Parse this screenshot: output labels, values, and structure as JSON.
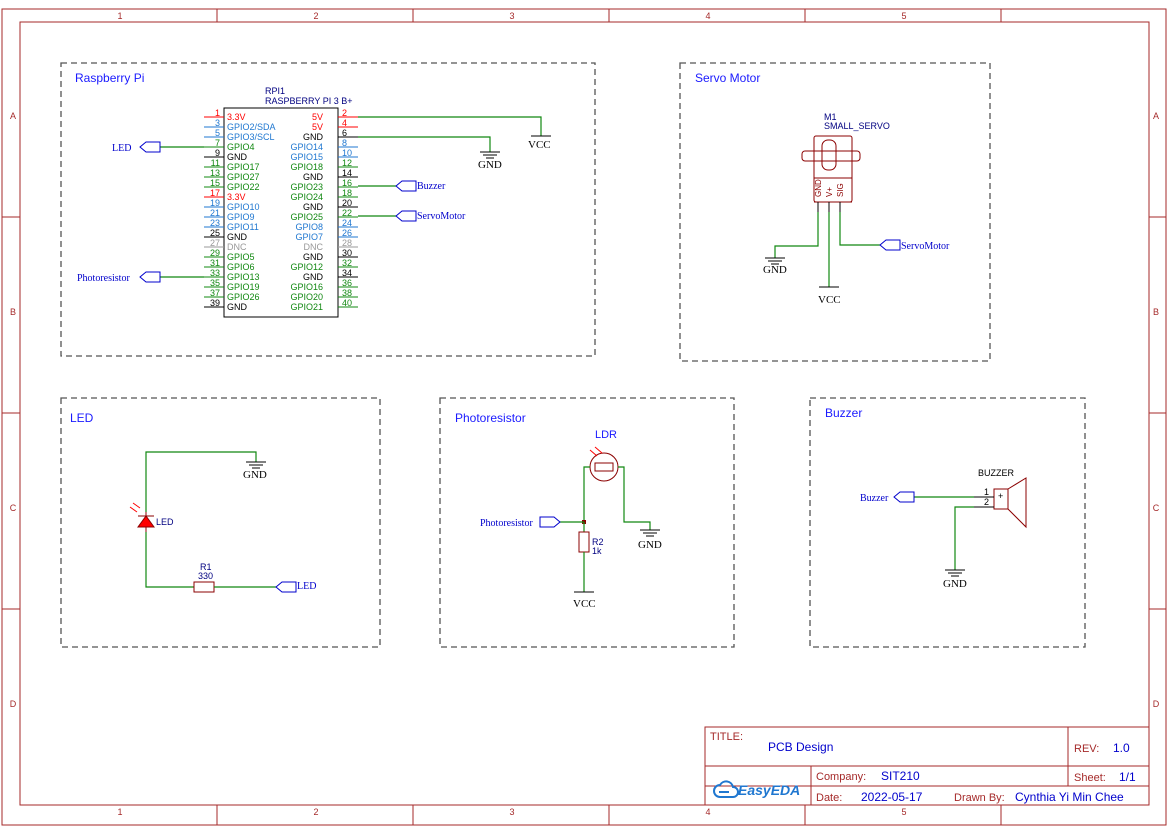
{
  "ruler": {
    "columns": [
      "1",
      "2",
      "3",
      "4",
      "5"
    ],
    "rows": [
      "A",
      "B",
      "C",
      "D"
    ]
  },
  "blocks": {
    "rpi": "Raspberry Pi",
    "servo": "Servo Motor",
    "led": "LED",
    "photo": "Photoresistor",
    "buzzer": "Buzzer"
  },
  "rpi": {
    "designator": "RPI1",
    "model": "RASPBERRY PI 3 B+",
    "left_pins": [
      {
        "num": "1",
        "name": "3.3V",
        "color": "red"
      },
      {
        "num": "3",
        "name": "GPIO2/SDA",
        "color": "blue"
      },
      {
        "num": "5",
        "name": "GPIO3/SCL",
        "color": "blue"
      },
      {
        "num": "7",
        "name": "GPIO4",
        "color": "green"
      },
      {
        "num": "9",
        "name": "GND",
        "color": "black"
      },
      {
        "num": "11",
        "name": "GPIO17",
        "color": "green"
      },
      {
        "num": "13",
        "name": "GPIO27",
        "color": "green"
      },
      {
        "num": "15",
        "name": "GPIO22",
        "color": "green"
      },
      {
        "num": "17",
        "name": "3.3V",
        "color": "red"
      },
      {
        "num": "19",
        "name": "GPIO10",
        "color": "blue"
      },
      {
        "num": "21",
        "name": "GPIO9",
        "color": "blue"
      },
      {
        "num": "23",
        "name": "GPIO11",
        "color": "blue"
      },
      {
        "num": "25",
        "name": "GND",
        "color": "black"
      },
      {
        "num": "27",
        "name": "DNC",
        "color": "gray"
      },
      {
        "num": "29",
        "name": "GPIO5",
        "color": "green"
      },
      {
        "num": "31",
        "name": "GPIO6",
        "color": "green"
      },
      {
        "num": "33",
        "name": "GPIO13",
        "color": "green"
      },
      {
        "num": "35",
        "name": "GPIO19",
        "color": "green"
      },
      {
        "num": "37",
        "name": "GPIO26",
        "color": "green"
      },
      {
        "num": "39",
        "name": "GND",
        "color": "black"
      }
    ],
    "right_pins": [
      {
        "num": "2",
        "name": "5V",
        "color": "red"
      },
      {
        "num": "4",
        "name": "5V",
        "color": "red"
      },
      {
        "num": "6",
        "name": "GND",
        "color": "black"
      },
      {
        "num": "8",
        "name": "GPIO14",
        "color": "blue"
      },
      {
        "num": "10",
        "name": "GPIO15",
        "color": "blue"
      },
      {
        "num": "12",
        "name": "GPIO18",
        "color": "green"
      },
      {
        "num": "14",
        "name": "GND",
        "color": "black"
      },
      {
        "num": "16",
        "name": "GPIO23",
        "color": "green"
      },
      {
        "num": "18",
        "name": "GPIO24",
        "color": "green"
      },
      {
        "num": "20",
        "name": "GND",
        "color": "black"
      },
      {
        "num": "22",
        "name": "GPIO25",
        "color": "green"
      },
      {
        "num": "24",
        "name": "GPIO8",
        "color": "blue"
      },
      {
        "num": "26",
        "name": "GPIO7",
        "color": "blue"
      },
      {
        "num": "28",
        "name": "DNC",
        "color": "gray"
      },
      {
        "num": "30",
        "name": "GND",
        "color": "black"
      },
      {
        "num": "32",
        "name": "GPIO12",
        "color": "green"
      },
      {
        "num": "34",
        "name": "GND",
        "color": "black"
      },
      {
        "num": "36",
        "name": "GPIO16",
        "color": "green"
      },
      {
        "num": "38",
        "name": "GPIO20",
        "color": "green"
      },
      {
        "num": "40",
        "name": "GPIO21",
        "color": "green"
      }
    ],
    "net_led": "LED",
    "net_photo": "Photoresistor",
    "net_buzzer": "Buzzer",
    "net_servo": "ServoMotor",
    "gnd": "GND",
    "vcc": "VCC"
  },
  "servo": {
    "designator": "M1",
    "model": "SMALL_SERVO",
    "pin_gnd": "GND",
    "pin_vplus": "V+",
    "pin_sig": "SIG",
    "net": "ServoMotor",
    "gnd": "GND",
    "vcc": "VCC"
  },
  "led": {
    "led_label": "LED",
    "r_designator": "R1",
    "r_value": "330",
    "net": "LED",
    "gnd": "GND"
  },
  "photo": {
    "ldr_label": "LDR",
    "net": "Photoresistor",
    "r_designator": "R2",
    "r_value": "1k",
    "gnd": "GND",
    "vcc": "VCC"
  },
  "buzzer": {
    "part": "BUZZER",
    "pin1": "1",
    "pin2": "2",
    "plus": "+",
    "net": "Buzzer",
    "gnd": "GND"
  },
  "title_block": {
    "title_label": "TITLE:",
    "title": "PCB Design",
    "rev_label": "REV:",
    "rev": "1.0",
    "company_label": "Company:",
    "company": "SIT210",
    "sheet_label": "Sheet:",
    "sheet": "1/1",
    "date_label": "Date:",
    "date": "2022-05-17",
    "drawn_label": "Drawn By:",
    "drawn_by": "Cynthia Yi Min Chee",
    "logo": "EasyEDA"
  },
  "colors": {
    "frame": "#a52a2a",
    "wire": "#118811",
    "net": "#0000cc",
    "pin_red": "#ff0000",
    "pin_blue": "#1f77d0",
    "pin_green": "#118811",
    "pin_gray": "#999999"
  }
}
